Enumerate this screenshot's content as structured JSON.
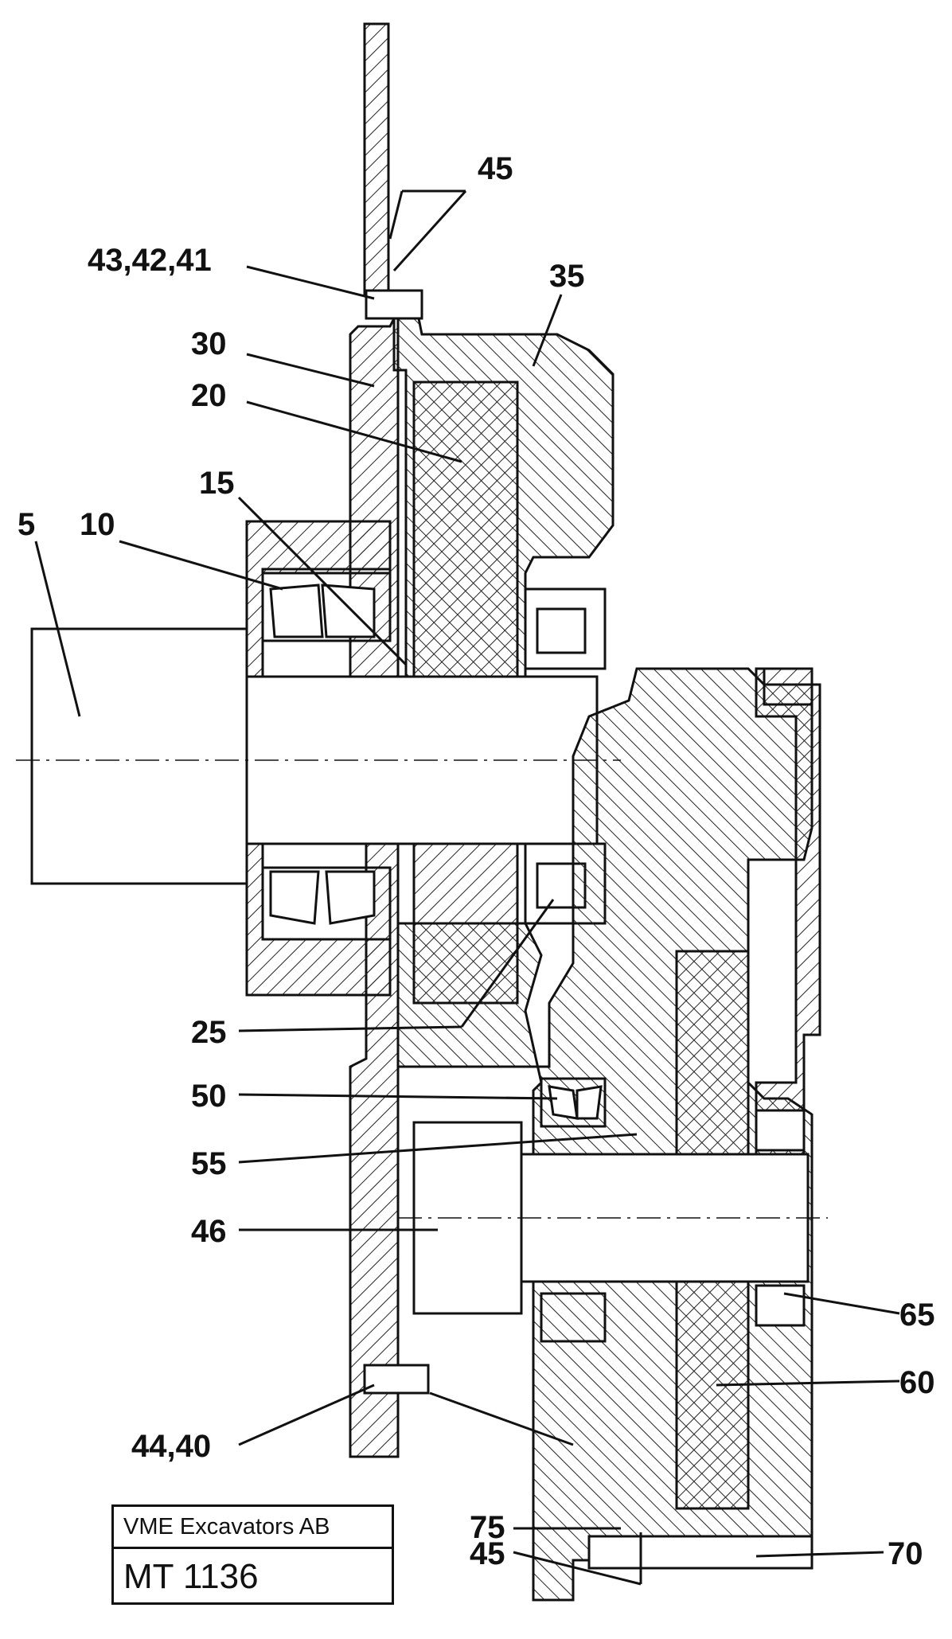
{
  "labels": {
    "l5": "5",
    "l10": "10",
    "l15": "15",
    "l20": "20",
    "l25": "25",
    "l30": "30",
    "l35": "35",
    "l43_42_41": "43,42,41",
    "l45_top": "45",
    "l46": "46",
    "l50": "50",
    "l55": "55",
    "l60": "60",
    "l65": "65",
    "l44_40": "44,40",
    "l70": "70",
    "l75": "75",
    "l45_bottom": "45"
  },
  "title_block": {
    "company": "VME Excavators AB",
    "drawing_code": "MT 1136"
  }
}
